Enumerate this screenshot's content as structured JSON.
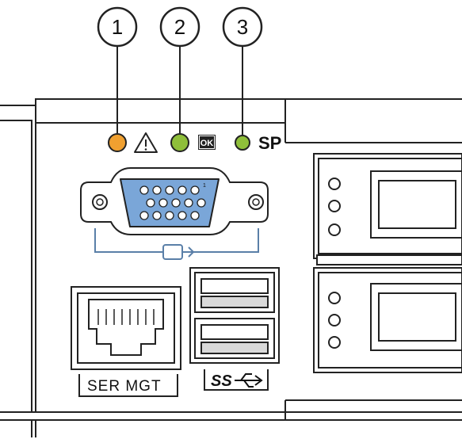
{
  "callouts": [
    {
      "number": "1"
    },
    {
      "number": "2"
    },
    {
      "number": "3"
    }
  ],
  "leds": [
    {
      "name": "service-required",
      "color": "#f0a030",
      "icon": "warning-triangle-icon"
    },
    {
      "name": "power-ok",
      "color": "#8fbf3a",
      "badge": "OK"
    },
    {
      "name": "sp",
      "color": "#8fbf3a",
      "label": "SP"
    }
  ],
  "vga": {
    "pin_one_label": "1"
  },
  "ports": {
    "ser_mgt_label": "SER MGT",
    "usb_label": "SS"
  },
  "colors": {
    "vga_blue": "#7aa6d8",
    "chassis_line": "#222222",
    "led_orange": "#f0a030",
    "led_green": "#8fbf3a"
  }
}
